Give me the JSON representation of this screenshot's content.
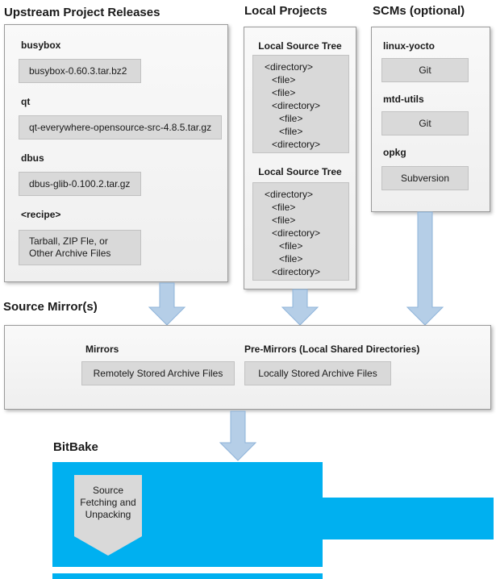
{
  "colors": {
    "cyan": "#00b0f0",
    "arrow-fill": "#b5cee7",
    "arrow-stroke": "#8fb4da",
    "inner-box": "#d9d9d9",
    "inner-box-border": "#c2c2c2",
    "outer-box-border": "#9a9a9a",
    "text": "#1a1a1a"
  },
  "upstream": {
    "title": "Upstream Project Releases",
    "items": [
      {
        "label": "busybox",
        "artifact": "busybox-0.60.3.tar.bz2"
      },
      {
        "label": "qt",
        "artifact": "qt-everywhere-opensource-src-4.8.5.tar.gz"
      },
      {
        "label": "dbus",
        "artifact": "dbus-glib-0.100.2.tar.gz"
      },
      {
        "label": "<recipe>",
        "artifact_lines": [
          "Tarball, ZIP Fle, or",
          "Other Archive Files"
        ]
      }
    ]
  },
  "local_projects": {
    "title": "Local Projects",
    "trees": [
      {
        "label": "Local Source Tree",
        "lines": [
          "<directory>",
          "<file>",
          "<file>",
          "<directory>",
          "<file>",
          "<file>",
          "<directory>"
        ]
      },
      {
        "label": "Local Source Tree",
        "lines": [
          "<directory>",
          "<file>",
          "<file>",
          "<directory>",
          "<file>",
          "<file>",
          "<directory>"
        ]
      }
    ]
  },
  "scms": {
    "title": "SCMs (optional)",
    "items": [
      {
        "label": "linux-yocto",
        "artifact": "Git"
      },
      {
        "label": "mtd-utils",
        "artifact": "Git"
      },
      {
        "label": "opkg",
        "artifact": "Subversion"
      }
    ]
  },
  "mirrors": {
    "title": "Source Mirror(s)",
    "groups": [
      {
        "label": "Mirrors",
        "artifact": "Remotely Stored Archive Files"
      },
      {
        "label": "Pre-Mirrors (Local Shared Directories)",
        "artifact": "Locally Stored Archive Files"
      }
    ]
  },
  "bitbake": {
    "title": "BitBake",
    "process_lines": [
      "Source",
      "Fetching and",
      "Unpacking"
    ]
  }
}
